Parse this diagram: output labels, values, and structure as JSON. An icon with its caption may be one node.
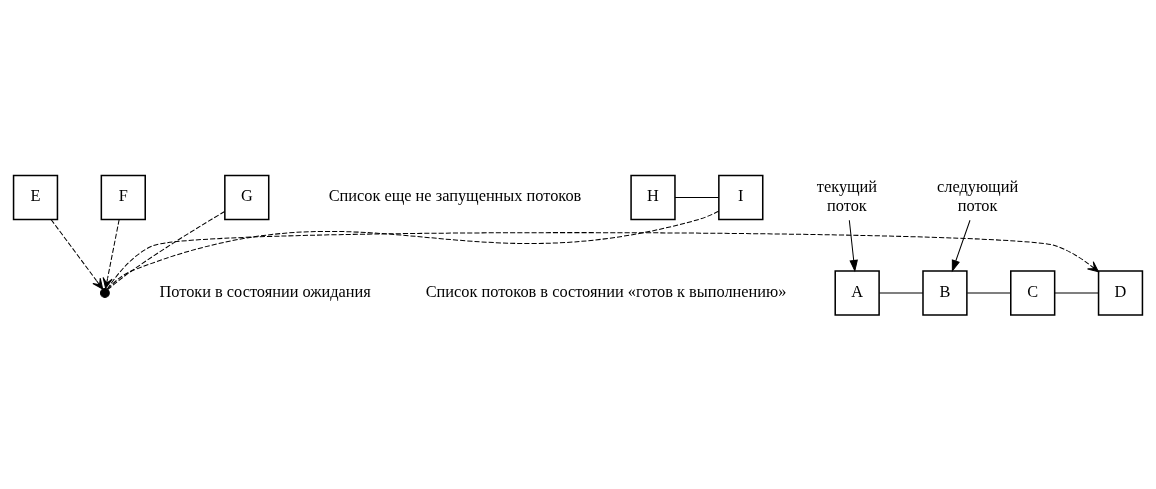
{
  "diagram": {
    "nodes": [
      {
        "text": [
          "H"
        ]
      },
      {
        "text": [
          "I"
        ]
      },
      {
        "text": [
          "A"
        ]
      },
      {
        "text": [
          "B"
        ]
      },
      {
        "text": [
          "C"
        ]
      },
      {
        "text": [
          "D"
        ]
      },
      {
        "text": [],
        "shape": "cross"
      },
      {
        "text": [
          "текущий поток"
        ]
      },
      {
        "text": [
          "следующий поток"
        ]
      },
      {
        "text": [
          "E"
        ]
      },
      {
        "text": [
          "F"
        ]
      },
      {
        "text": [
          "G"
        ]
      }
    ],
    "edges": [
      {
        "from": 0,
        "to": 1,
        "arrow": "none"
      },
      {
        "from": 2,
        "to": 3,
        "arrow": "none"
      },
      {
        "from": 3,
        "to": 4,
        "arrow": "none"
      },
      {
        "from": 4,
        "to": 5,
        "arrow": "none"
      },
      {
        "from": 1,
        "to": 6,
        "arrow": "none",
        "style": "dashed"
      },
      {
        "from": 6,
        "to": 5,
        "arrow": "to",
        "style": "dashed"
      },
      {
        "from": 9,
        "to": 6,
        "arrow": "to",
        "style": "dashed"
      },
      {
        "from": 10,
        "to": 6,
        "arrow": "to",
        "style": "dashed"
      },
      {
        "from": 11,
        "to": 6,
        "arrow": "none",
        "style": "dashed"
      },
      {
        "from": 7,
        "to": 2,
        "arrow": "to"
      },
      {
        "from": 8,
        "to": 3,
        "arrow": "to"
      }
    ],
    "labels": [
      "Список еще не запущенных потоков",
      "Список потоков в состоянии «готов к выполнению»",
      "Потоки в состоянии ожидания"
    ]
  }
}
